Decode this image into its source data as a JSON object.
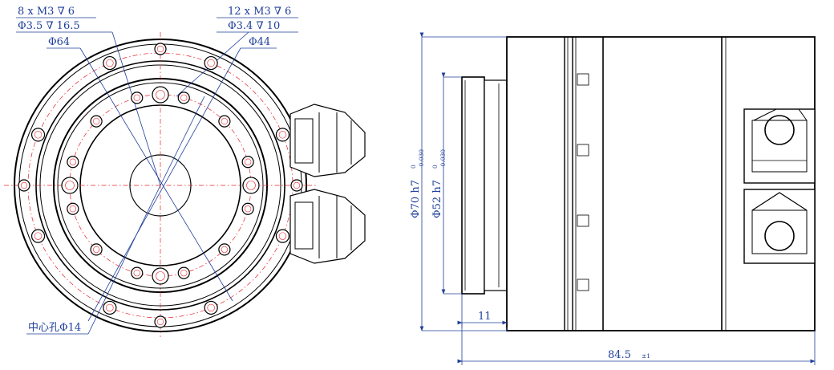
{
  "front_view": {
    "labels": {
      "outer_holes_line1": "8 x M3 ∇ 6",
      "outer_holes_line2": "Φ3.5 ∇ 16.5",
      "inner_holes_line1": "12 x M3 ∇ 6",
      "inner_holes_line2": "Φ3.4 ∇ 10",
      "pcd_outer": "Φ64",
      "pcd_inner": "Φ44",
      "center_hole": "中心孔Φ14"
    }
  },
  "side_view": {
    "labels": {
      "dia_outer": "Φ70 h7",
      "dia_outer_tol_upper": "0",
      "dia_outer_tol_lower": "-0.030",
      "dia_inner": "Φ52 h7",
      "dia_inner_tol_upper": "0",
      "dia_inner_tol_lower": "-0.030",
      "shaft_length": "11",
      "total_length": "84.5",
      "total_length_tol": "±1"
    }
  }
}
